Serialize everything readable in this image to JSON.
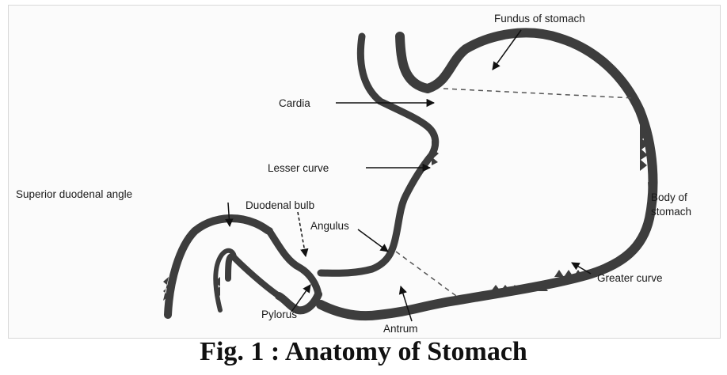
{
  "labels": {
    "fundus": "Fundus of stomach",
    "cardia": "Cardia",
    "lesser_curve": "Lesser curve",
    "superior_duodenal_angle": "Superior duodenal angle",
    "duodenal_bulb": "Duodenal bulb",
    "angulus": "Angulus",
    "body_line1": "Body of",
    "body_line2": "stomach",
    "greater_curve": "Greater curve",
    "pylorus": "Pylorus",
    "antrum": "Antrum"
  },
  "caption": "Fig. 1 : Anatomy of Stomach",
  "colors": {
    "wall": "#3d3d3d",
    "ink": "#111111"
  }
}
